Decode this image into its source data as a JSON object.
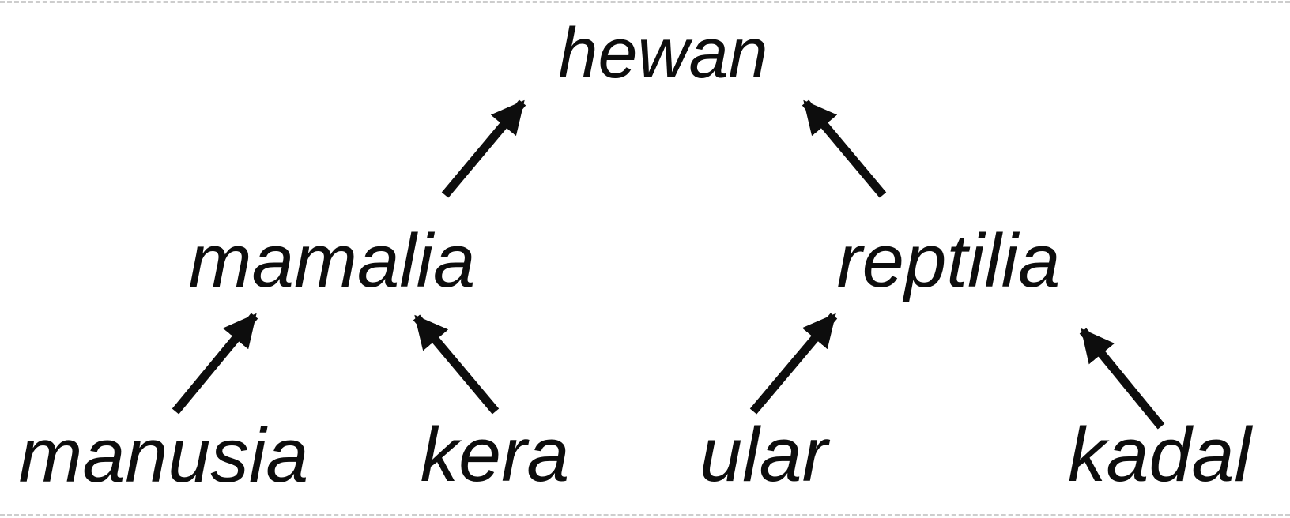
{
  "figure": {
    "description": "Hand-drawn style taxonomy tree (ISA hierarchy) in Indonesian with upward arrows from subclasses to superclasses"
  },
  "nodes": {
    "hewan": {
      "label": "hewan"
    },
    "mamalia": {
      "label": "mamalia"
    },
    "reptilia": {
      "label": "reptilia"
    },
    "manusia": {
      "label": "manusia"
    },
    "kera": {
      "label": "kera"
    },
    "ular": {
      "label": "ular"
    },
    "kadal": {
      "label": "kadal"
    }
  },
  "edges": [
    {
      "from": "mamalia",
      "to": "hewan"
    },
    {
      "from": "reptilia",
      "to": "hewan"
    },
    {
      "from": "manusia",
      "to": "mamalia"
    },
    {
      "from": "kera",
      "to": "mamalia"
    },
    {
      "from": "ular",
      "to": "reptilia"
    },
    {
      "from": "kadal",
      "to": "reptilia"
    }
  ],
  "colors": {
    "ink": "#0d0d0d",
    "background": "#ffffff",
    "edge_artifact": "#bdbdbd"
  }
}
